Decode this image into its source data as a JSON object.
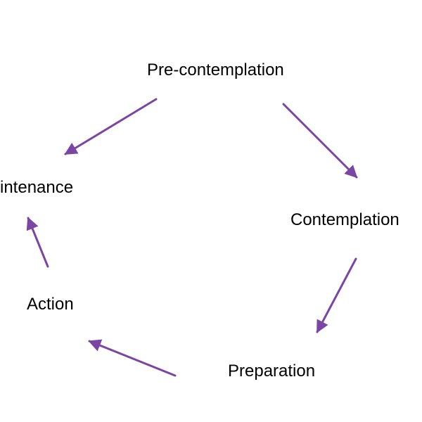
{
  "diagram": {
    "stages": {
      "pre_contemplation": "Pre-contemplation",
      "contemplation": "Contemplation",
      "preparation": "Preparation",
      "action": "Action",
      "maintenance": "intenance"
    },
    "arrow_color": "#7b45a4"
  }
}
